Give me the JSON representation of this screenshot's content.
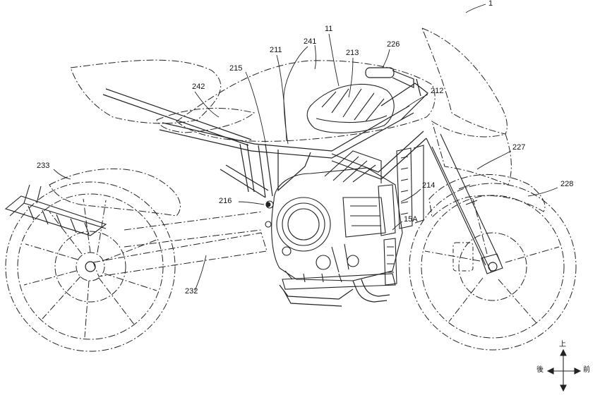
{
  "labels": {
    "l1": "1",
    "l11": "11",
    "l241": "241",
    "l211": "211",
    "l213": "213",
    "l226": "226",
    "l215": "215",
    "l242": "242",
    "l212": "212",
    "l227": "227",
    "l233": "233",
    "l228": "228",
    "l216": "216",
    "l214": "214",
    "l15A": "15A",
    "l232": "232"
  },
  "directions": {
    "up": "上",
    "front": "前",
    "rear": "後"
  }
}
